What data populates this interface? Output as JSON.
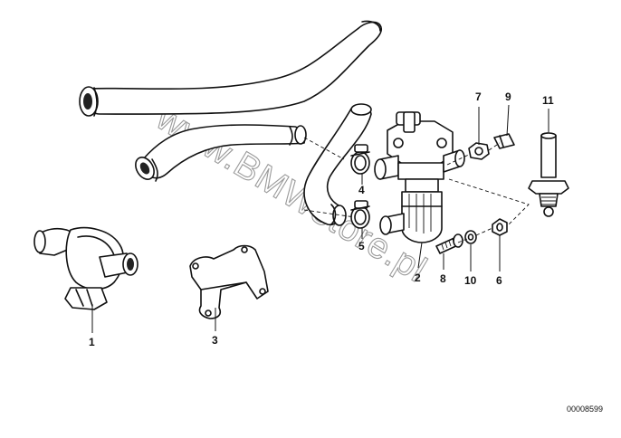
{
  "diagram": {
    "labels": {
      "part_1": "1",
      "part_2": "2",
      "part_3": "3",
      "part_4": "4",
      "part_5": "5",
      "part_6": "6",
      "part_7": "7",
      "part_8": "8",
      "part_9": "9",
      "part_10": "10",
      "part_11": "11"
    },
    "watermark": "www.BMWstore.pl",
    "image_code": "00008599"
  }
}
